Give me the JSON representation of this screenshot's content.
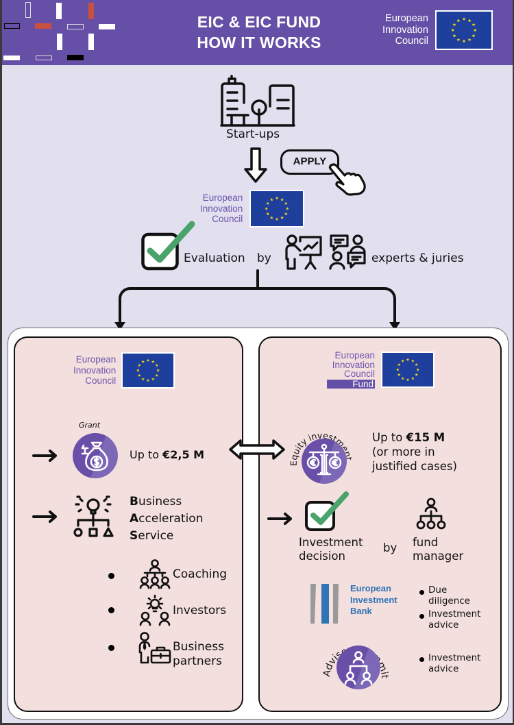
{
  "header": {
    "title_line1": "EIC & EIC FUND",
    "title_line2": "HOW IT WORKS",
    "logo": {
      "line1": "European",
      "line2": "Innovation",
      "line3": "Council"
    }
  },
  "flow": {
    "startups_label": "Start-ups",
    "apply_button": "APPLY",
    "eic_logo": {
      "line1": "European",
      "line2": "Innovation",
      "line3": "Council"
    },
    "evaluation_label": "Evaluation",
    "by_label": "by",
    "experts_label": "experts & juries"
  },
  "left_panel": {
    "logo": {
      "line1": "European",
      "line2": "Innovation",
      "line3": "Council"
    },
    "grant": {
      "icon_caption": "Grant",
      "amount_prefix": "Up to ",
      "amount": "€2,5 M"
    },
    "bas": {
      "line1_bold": "B",
      "line1_rest": "usiness",
      "line2_bold": "A",
      "line2_rest": "cceleration",
      "line3_bold": "S",
      "line3_rest": "ervice"
    },
    "services": [
      {
        "label": "Coaching",
        "icon": "coaching-icon"
      },
      {
        "label": "Investors",
        "icon": "investors-icon"
      },
      {
        "label_line1": "Business",
        "label_line2": "partners",
        "icon": "business-partners-icon"
      }
    ]
  },
  "right_panel": {
    "logo": {
      "line1": "European",
      "line2": "Innovation",
      "line3": "Council",
      "line4": "Fund"
    },
    "equity": {
      "icon_caption": "Equity investments",
      "amount_prefix": "Up to ",
      "amount": "€15 M",
      "note_line1": "(or more in",
      "note_line2": "justified cases)"
    },
    "decision": {
      "label_line1": "Investment",
      "label_line2": "decision",
      "by_label": "by",
      "manager_line1": "fund",
      "manager_line2": "manager"
    },
    "eib": {
      "line1": "European",
      "line2": "Investment",
      "line3": "Bank",
      "bullets": [
        {
          "line1": "Due",
          "line2": "diligence"
        },
        {
          "line1": "Investment",
          "line2": "advice"
        }
      ]
    },
    "advisory": {
      "icon_caption": "Advisory committee",
      "bullets": [
        {
          "line1": "Investment",
          "line2": "advice"
        }
      ]
    }
  },
  "colors": {
    "header_purple": "#664fa6",
    "page_bg": "#e2dfef",
    "panel_pink": "#f4dfdf",
    "eic_text_purple": "#6b55ad",
    "eu_blue": "#1f3f9c",
    "eu_star": "#f2d21b",
    "check_green": "#4aa36a",
    "accent_red": "#c9503f",
    "eib_blue": "#2f74b5",
    "eib_grey": "#9a9a9a"
  }
}
